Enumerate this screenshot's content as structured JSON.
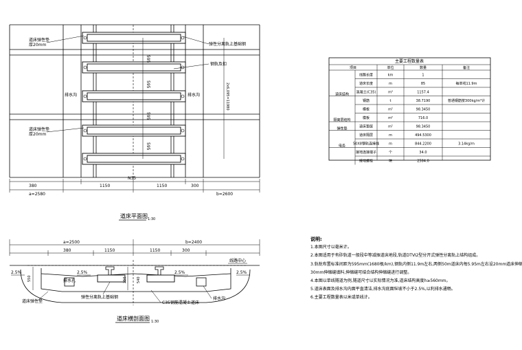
{
  "plan": {
    "labels": {
      "top_cushion": "道床弹性垫",
      "top_cushion_thk": "厚20mm",
      "sleeper_type": "弹性分离轨上基础钢",
      "ballast": "钢轨及扣",
      "drain_left": "排水沟",
      "drain_right": "排水沟",
      "bot_cushion": "道床弹性垫",
      "bot_cushion_thk": "厚20mm"
    },
    "dims": {
      "sp1": "595",
      "sp2": "595",
      "sp3": "595",
      "sp4": "595",
      "total": "2x6,095=11980",
      "half": "N35",
      "w380": "380",
      "w1150a": "1150",
      "w1150b": "1150",
      "w300": "300",
      "a": "a=2580",
      "b": "b=2600"
    },
    "title": "道床平面图",
    "scale": "1:30"
  },
  "section": {
    "dims": {
      "a": "a=2500",
      "b": "b=2400",
      "w380": "380",
      "w1150a": "1150",
      "w1150b": "1150",
      "w300": "300",
      "h550": "550",
      "h250": "250",
      "h540": "540",
      "slope_l": "2.5%",
      "slope_m1": "2.5%",
      "slope_m2": "2.5%",
      "slope_r": "2.5%"
    },
    "labels": {
      "track_center": "线路中心",
      "drain_hole": "排水孔",
      "elastic_pad": "弹性分离轨上基础钢",
      "concrete": "C35钢筋混凝土道床",
      "right_drain": "排水沟",
      "base_cushion": "道床弹性垫"
    },
    "title": "道床横剖面图",
    "scale": "1:30"
  },
  "table": {
    "title": "主要工程数量表",
    "headers": [
      "项目",
      "单位",
      "数量",
      "备注"
    ],
    "rows": [
      [
        "",
        "线路长度",
        "km",
        "1",
        ""
      ],
      [
        "",
        "道床长度",
        "m",
        "85",
        "每单线11.9m"
      ],
      [
        "道床结构",
        "混凝土(C35)",
        "m³",
        "1157.4",
        ""
      ],
      [
        "",
        "钢筋",
        "t",
        "38.7190",
        "普通钢筋按300kg/m³计"
      ],
      [
        "",
        "模板",
        "m²",
        "98.3450",
        ""
      ],
      [
        "隔离层结构",
        "模板",
        "m²",
        "716.0",
        ""
      ],
      [
        "弹性垫",
        "道床垫层",
        "m²",
        "98.3450",
        ""
      ],
      [
        "",
        "道床隔层",
        "m",
        "494.5300",
        ""
      ],
      [
        "电务",
        "50X8钢轨连接线",
        "m",
        "844.2200",
        "3.14kg/m"
      ],
      [
        "",
        "接地连接端子",
        "个",
        "34.0",
        ""
      ],
      [
        "",
        "接地螺栓",
        "块",
        "2584.0",
        ""
      ]
    ]
  },
  "notes": {
    "title": "说明:",
    "items": [
      "1.本图尺寸以毫米计。",
      "2.本图适用于有砟轨道一般段中等减振道床地段,轨道DTⅥ2型分开式弹性分离轨上结构组成。",
      "3.轨枕布置标准间距为595mm(1680根/km),钢轨内侧11.9m左右,两侧50m道床内每5.95m左右设20mm道床伸缩缝一处,宽",
      "   30mm伸缩缝填料,伸缩缝可结合结构伸缩缝进行调整。",
      "4.本图以单线隧道为例,隧道尺寸以实际情况为准,道床结构高度h≥560mm。",
      "5.道床表面及排水沟内面平直清洁,排水沟底面纵坡不小于2.5%,以利排水通畅。",
      "6.主要工程数量表以米或单线计。"
    ]
  }
}
